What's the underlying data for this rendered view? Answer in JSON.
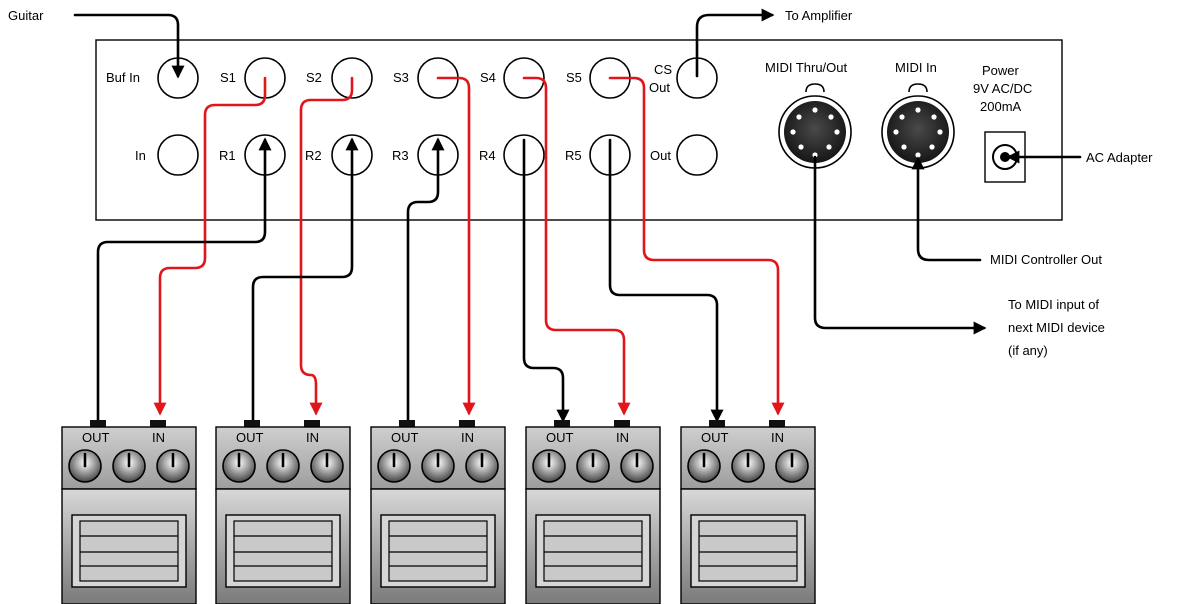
{
  "labels": {
    "guitar": "Guitar",
    "to_amplifier": "To Amplifier",
    "ac_adapter": "AC Adapter",
    "midi_controller_out": "MIDI Controller Out",
    "to_midi_line1": "To MIDI input of",
    "to_midi_line2": "next MIDI device",
    "to_midi_line3": "(if any)"
  },
  "panel": {
    "buf_in": "Buf In",
    "in": "In",
    "cs_line1": "CS",
    "cs_line2": "Out",
    "out": "Out",
    "midi_thru": "MIDI Thru/Out",
    "midi_in": "MIDI In",
    "power_line1": "Power",
    "power_line2": "9V AC/DC",
    "power_line3": "200mA",
    "sends": [
      "S1",
      "S2",
      "S3",
      "S4",
      "S5"
    ],
    "returns": [
      "R1",
      "R2",
      "R3",
      "R4",
      "R5"
    ]
  },
  "pedal": {
    "out_label": "OUT",
    "in_label": "IN"
  },
  "colors": {
    "send_cable": "#e0161b",
    "return_cable": "#000000",
    "pedal_body": "#b5b5b5"
  }
}
